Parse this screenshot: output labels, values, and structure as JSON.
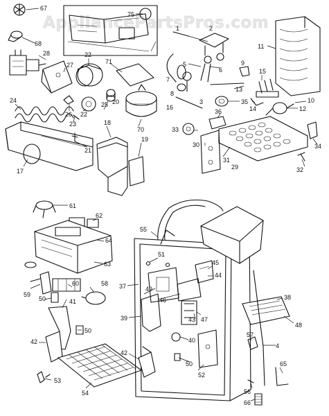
{
  "watermark": "AppliancePartsPros.com",
  "callouts": {
    "c1": "1",
    "c2": "2",
    "c3": "3",
    "c4": "4",
    "c5": "5",
    "c6": "6",
    "c7": "7",
    "c8": "8",
    "c9": "9",
    "c10": "10",
    "c11": "11",
    "c12": "12",
    "c13": "13",
    "c14": "14",
    "c15": "15",
    "c16": "16",
    "c17": "17",
    "c18": "18",
    "c19": "19",
    "c20": "20",
    "c21": "21",
    "c22": "22",
    "c23": "23",
    "c24": "24",
    "c25": "25",
    "c26": "26",
    "c27": "27",
    "c28": "28",
    "c29": "29",
    "c30": "30",
    "c31": "31",
    "c32": "32",
    "c33": "33",
    "c34": "34",
    "c35": "35",
    "c36": "36",
    "c37": "37",
    "c38": "38",
    "c39": "39",
    "c40": "40",
    "c41": "41",
    "c42a": "42",
    "c42b": "42",
    "c43": "43",
    "c44": "44",
    "c45": "45",
    "c46": "46",
    "c47": "47",
    "c48": "48",
    "c49": "49",
    "c50a": "50",
    "c50b": "50",
    "c50c": "50",
    "c51": "51",
    "c52": "52",
    "c53": "53",
    "c54": "54",
    "c55": "55",
    "c56": "56",
    "c57": "57",
    "c58": "58",
    "c59": "59",
    "c60": "60",
    "c61": "61",
    "c62": "62",
    "c63": "63",
    "c64": "64",
    "c65": "65",
    "c66": "66",
    "c67": "67",
    "c68": "68",
    "c70": "70",
    "c71": "71",
    "c75": "75"
  }
}
